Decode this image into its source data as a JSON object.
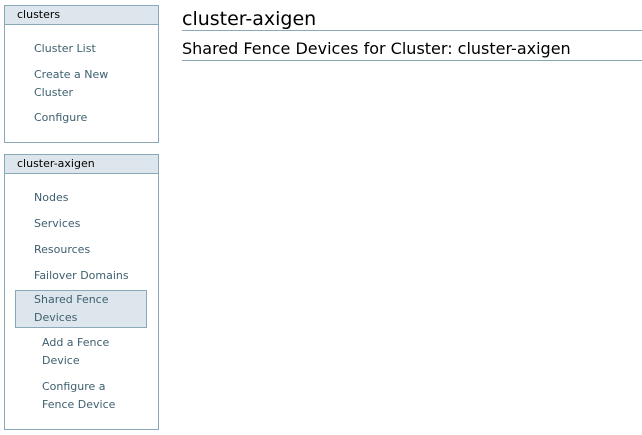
{
  "clusters_panel": {
    "title": "clusters",
    "items": [
      "Cluster List",
      "Create a New Cluster",
      "Configure"
    ]
  },
  "cluster_panel": {
    "title": "cluster-axigen",
    "items": [
      "Nodes",
      "Services",
      "Resources",
      "Failover Domains",
      "Shared Fence Devices"
    ],
    "subitems": [
      "Add a Fence Device",
      "Configure a Fence Device"
    ]
  },
  "main": {
    "title": "cluster-axigen",
    "subtitle": "Shared Fence Devices for Cluster: cluster-axigen"
  }
}
